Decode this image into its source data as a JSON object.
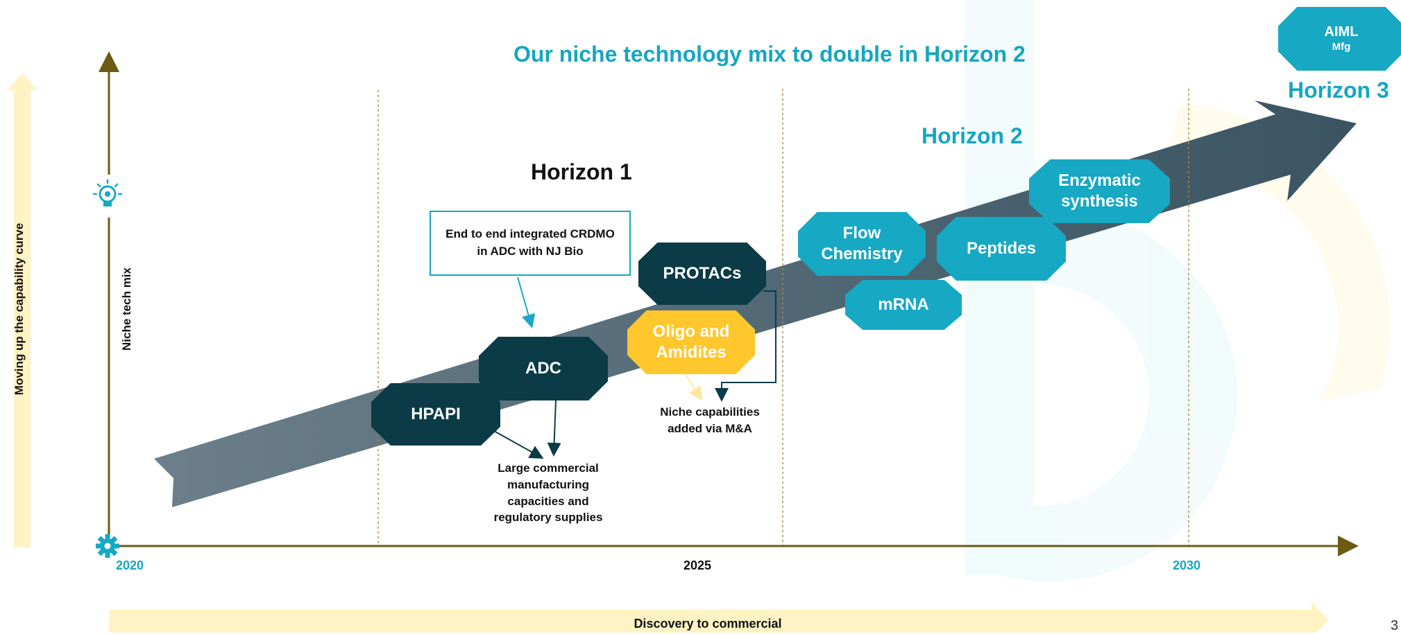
{
  "title": "Our niche technology mix to double in Horizon 2",
  "horizons": {
    "h1": "Horizon 1",
    "h2": "Horizon 2",
    "h3": "Horizon 3"
  },
  "axes": {
    "x_years": {
      "start": "2020",
      "mid": "2025",
      "end": "2030"
    },
    "y_label": "Niche tech mix",
    "left_arrow_label": "Moving up the capability curve",
    "bottom_arrow_label": "Discovery to commercial"
  },
  "shapes": {
    "hpapi": "HPAPI",
    "adc": "ADC",
    "protacs": "PROTACs",
    "oligo": "Oligo and Amidites",
    "flow": "Flow Chemistry",
    "mrna": "mRNA",
    "peptides": "Peptides",
    "enzymatic": "Enzymatic synthesis",
    "aiml_main": "AIML",
    "aiml_sub": "Mfg"
  },
  "notes": {
    "callout": "End to end integrated CRDMO in ADC with NJ Bio",
    "large_commercial": "Large commercial manufacturing capacities and regulatory supplies",
    "niche_ma": "Niche capabilities added via M&A"
  },
  "page_number": "3",
  "colors": {
    "teal": "#17a8c4",
    "dark": "#0b3b47",
    "gold": "#ffc72c",
    "axis": "#6b5a12",
    "band": "#fff3c4"
  }
}
